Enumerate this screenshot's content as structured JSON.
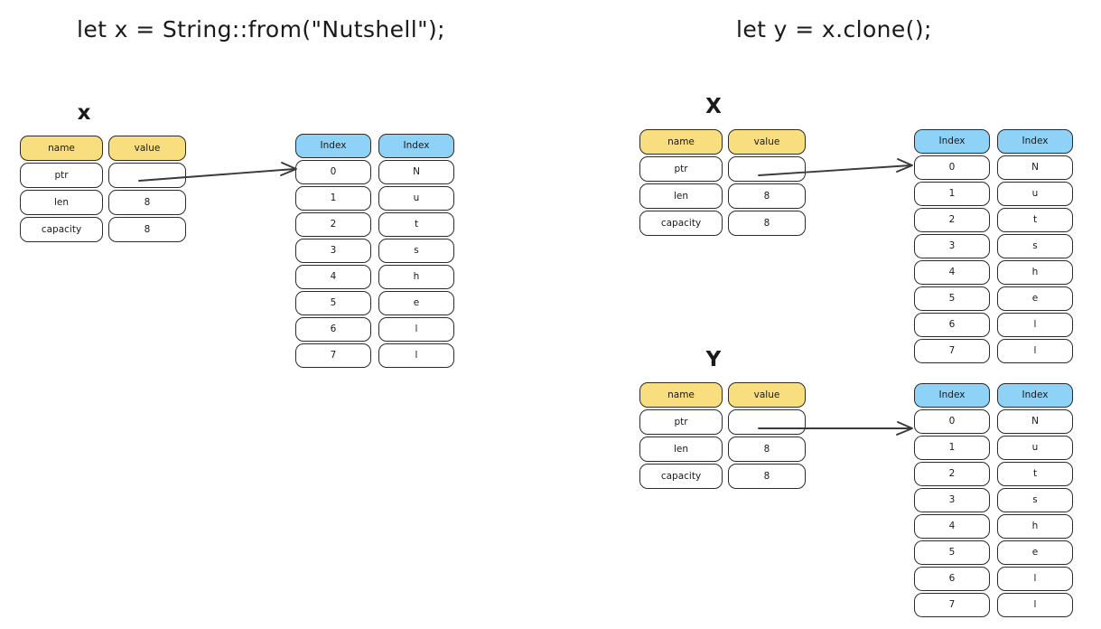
{
  "diagram": {
    "title_left": "let x = String::from(\"Nutshell\");",
    "title_right": "let y = x.clone();",
    "colors": {
      "header_yellow": "#F8DE7E",
      "header_blue": "#8ED2F8",
      "stroke": "#2B2B2B",
      "cell_background": "#FFFFFF",
      "arrow": "#3A3A3A"
    }
  },
  "stack_headers": {
    "name": "name",
    "value": "value"
  },
  "heap_headers": {
    "index": "Index",
    "value": "Index"
  },
  "left_panel": {
    "variable_label": "x",
    "stack": {
      "rows": [
        {
          "name": "ptr",
          "value": ""
        },
        {
          "name": "len",
          "value": "8"
        },
        {
          "name": "capacity",
          "value": "8"
        }
      ]
    },
    "heap": {
      "indices": [
        "0",
        "1",
        "2",
        "3",
        "4",
        "5",
        "6",
        "7"
      ],
      "characters": [
        "N",
        "u",
        "t",
        "s",
        "h",
        "e",
        "l",
        "l"
      ]
    }
  },
  "right_panel": {
    "x": {
      "variable_label": "X",
      "stack": {
        "rows": [
          {
            "name": "ptr",
            "value": ""
          },
          {
            "name": "len",
            "value": "8"
          },
          {
            "name": "capacity",
            "value": "8"
          }
        ]
      },
      "heap": {
        "indices": [
          "0",
          "1",
          "2",
          "3",
          "4",
          "5",
          "6",
          "7"
        ],
        "characters": [
          "N",
          "u",
          "t",
          "s",
          "h",
          "e",
          "l",
          "l"
        ]
      }
    },
    "y": {
      "variable_label": "Y",
      "stack": {
        "rows": [
          {
            "name": "ptr",
            "value": ""
          },
          {
            "name": "len",
            "value": "8"
          },
          {
            "name": "capacity",
            "value": "8"
          }
        ]
      },
      "heap": {
        "indices": [
          "0",
          "1",
          "2",
          "3",
          "4",
          "5",
          "6",
          "7"
        ],
        "characters": [
          "N",
          "u",
          "t",
          "s",
          "h",
          "e",
          "l",
          "l"
        ]
      }
    }
  }
}
